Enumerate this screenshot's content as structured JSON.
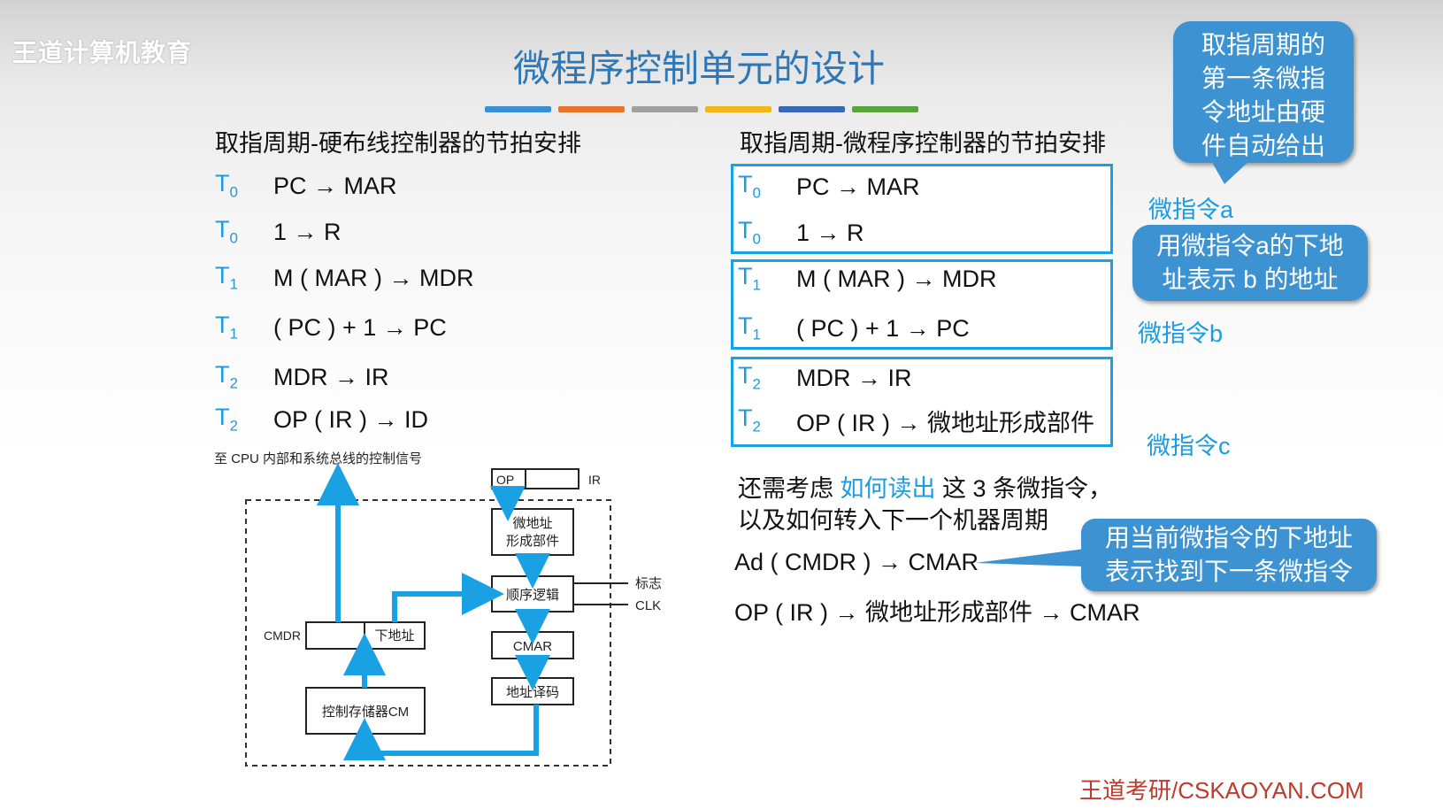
{
  "brand": "王道计算机教育",
  "title": "微程序控制单元的设计",
  "title_bar_colors": [
    "#3a8fd4",
    "#e9742b",
    "#a0a0a0",
    "#f2b61b",
    "#3a68b5",
    "#5ba33b"
  ],
  "left": {
    "heading": "取指周期-硬布线控制器的节拍安排",
    "rows": [
      {
        "t": "T",
        "sub": "0",
        "op": "PC → MAR"
      },
      {
        "t": "T",
        "sub": "0",
        "op": "1 → R"
      },
      {
        "t": "T",
        "sub": "1",
        "op": "M ( MAR ) → MDR"
      },
      {
        "t": "T",
        "sub": "1",
        "op": "( PC ) + 1 → PC"
      },
      {
        "t": "T",
        "sub": "2",
        "op": "MDR → IR"
      },
      {
        "t": "T",
        "sub": "2",
        "op": "OP ( IR ) → ID"
      }
    ]
  },
  "right": {
    "heading": "取指周期-微程序控制器的节拍安排",
    "rows": [
      {
        "t": "T",
        "sub": "0",
        "op": "PC → MAR"
      },
      {
        "t": "T",
        "sub": "0",
        "op": "1 → R"
      },
      {
        "t": "T",
        "sub": "1",
        "op": "M ( MAR ) → MDR"
      },
      {
        "t": "T",
        "sub": "1",
        "op": "( PC ) + 1 → PC"
      },
      {
        "t": "T",
        "sub": "2",
        "op": "MDR → IR"
      },
      {
        "t": "T",
        "sub": "2",
        "op": "OP ( IR ) → 微地址形成部件"
      }
    ]
  },
  "labels": {
    "micro_a": "微指令a",
    "micro_b": "微指令b",
    "micro_c": "微指令c"
  },
  "bubbles": {
    "top": "取指周期的第一条微指令地址由硬件自动给出",
    "top_lines": [
      "取指周期的",
      "第一条微指",
      "令地址由硬",
      "件自动给出"
    ],
    "mid_lines": [
      "用微指令a的下地",
      "址表示 b 的地址"
    ],
    "bottom_lines": [
      "用当前微指令的下地址",
      "表示找到下一条微指令"
    ]
  },
  "notes": {
    "line1_pre": "还需考虑 ",
    "line1_hl": "如何读出",
    "line1_post": " 这 3 条微指令，",
    "line2": "以及如何转入下一个机器周期",
    "line3": "Ad ( CMDR ) → CMAR",
    "line4": "OP ( IR ) → 微地址形成部件 → CMAR"
  },
  "diagram": {
    "signal_label": "至 CPU 内部和系统总线的控制信号",
    "op": "OP",
    "ir": "IR",
    "micro_addr_gen": [
      "微地址",
      "形成部件"
    ],
    "seq_logic": "顺序逻辑",
    "flag": "标志",
    "clk": "CLK",
    "cmdr": "CMDR",
    "next_addr": "下地址",
    "cmar": "CMAR",
    "addr_decode": "地址译码",
    "cm": "控制存储器CM"
  },
  "footer": "王道考研/CSKAOYAN.COM"
}
